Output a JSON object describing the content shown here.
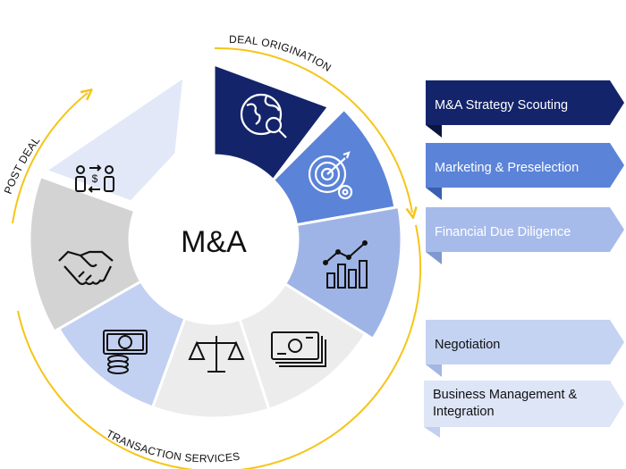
{
  "center_label": "M&A",
  "arc_labels": {
    "deal_origination": "DEAL ORIGINATION",
    "transaction_services": "TRANSACTION SERVICES",
    "post_deal": "POST DEAL"
  },
  "segments": [
    {
      "icon": "globe-search-icon",
      "color": "#14246b"
    },
    {
      "icon": "target-gear-icon",
      "color": "#5b83d8"
    },
    {
      "icon": "growth-chart-icon",
      "color": "#9fb4e6"
    },
    {
      "icon": "cash-stack-icon",
      "color": "#ececec"
    },
    {
      "icon": "scales-icon",
      "color": "#ececec"
    },
    {
      "icon": "money-coins-icon",
      "color": "#c2d0f2"
    },
    {
      "icon": "handshake-icon",
      "color": "#d3d3d3"
    },
    {
      "icon": "people-exchange-icon",
      "color": "#e2e8f7"
    }
  ],
  "banners": [
    {
      "label": "M&A Strategy Scouting",
      "color": "#14246b",
      "fold": "#0b1540"
    },
    {
      "label": "Marketing & Preselection",
      "color": "#5b83d8",
      "fold": "#3a5fb0"
    },
    {
      "label": "Financial Due Diligence",
      "color": "#a7bbea",
      "fold": "#7f98d2"
    },
    {
      "label": "Negotiation",
      "color": "#c5d3f2",
      "fold": "#a4b6e2"
    },
    {
      "label": "Business Management & Integration",
      "color": "#dde5f7",
      "fold": "#c2cfee"
    }
  ],
  "accent_color": "#f5c518"
}
